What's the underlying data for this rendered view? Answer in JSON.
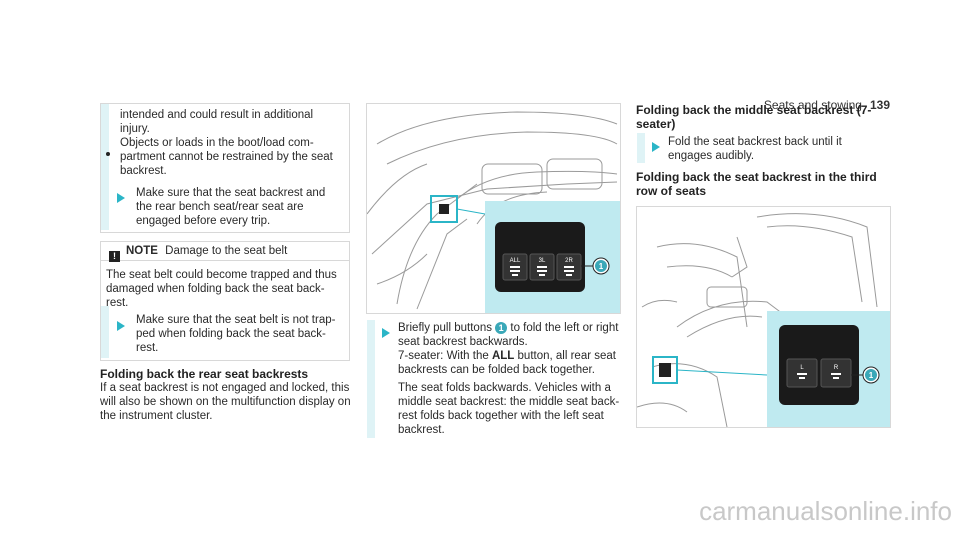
{
  "header": {
    "section": "Seats and stowing",
    "page": "139"
  },
  "col1": {
    "cont_text": "intended and could result in additional injury.",
    "bullet": "Objects or loads in the boot/load com-\npartment cannot be restrained by the seat backrest.",
    "step": "Make sure that the seat backrest and the rear bench seat/rear seat are engaged before every trip.",
    "note_label": "NOTE",
    "note_title": "Damage to the seat belt",
    "note_body": "The seat belt could become trapped and thus damaged when folding back the seat back-rest.",
    "note_step": "Make sure that the seat belt is not trap-ped when folding back the seat back-rest.",
    "heading": "Folding back the rear seat backrests",
    "para": "If a seat backrest is not engaged and locked, this will also be shown on the multifunction display on the instrument cluster."
  },
  "col2": {
    "fig_buttons": [
      "ALL",
      "3L",
      "2R"
    ],
    "callout": "1",
    "step_a": "Briefly pull buttons",
    "step_b": "to fold the left or right seat backrest backwards.",
    "seater": "7-seater: With the",
    "all": "ALL",
    "seater_b": "button, all rear seat backrests can be folded back together.",
    "para": "The seat folds backwards. Vehicles with a middle seat backrest: the middle seat back-rest folds back together with the left seat backrest."
  },
  "col3": {
    "heading1": "Folding back the middle seat backrest (7-seater)",
    "step1": "Fold the seat backrest back until it engages audibly.",
    "heading2": "Folding back the seat backrest in the third row of seats",
    "fig_buttons": [
      "L",
      "R"
    ],
    "callout": "1"
  },
  "watermark": "carmanualsonline.info"
}
